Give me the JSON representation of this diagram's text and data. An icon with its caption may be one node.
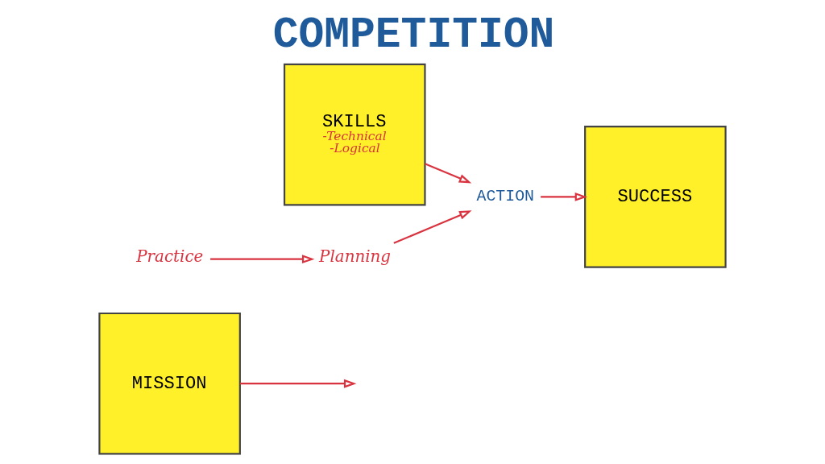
{
  "diagram": {
    "title": "COMPETITION",
    "nodes": [
      {
        "text": [
          "MISSION"
        ]
      },
      {
        "text": [
          "SKILLS",
          "-Technical",
          "-Logical"
        ]
      },
      {
        "text": [
          "ACTION"
        ]
      },
      {
        "text": [
          "SUCCESS"
        ]
      },
      {
        "text": [
          "Practice"
        ]
      },
      {
        "text": [
          "Planning"
        ]
      }
    ],
    "edges": [
      {
        "from": 0,
        "to": null,
        "arrow": "to"
      },
      {
        "from": 1,
        "to": 2,
        "arrow": "to"
      },
      {
        "from": 2,
        "to": 3,
        "arrow": "to"
      },
      {
        "from": 4,
        "to": 5,
        "arrow": "to"
      },
      {
        "from": 5,
        "to": 2,
        "arrow": "to"
      }
    ]
  }
}
